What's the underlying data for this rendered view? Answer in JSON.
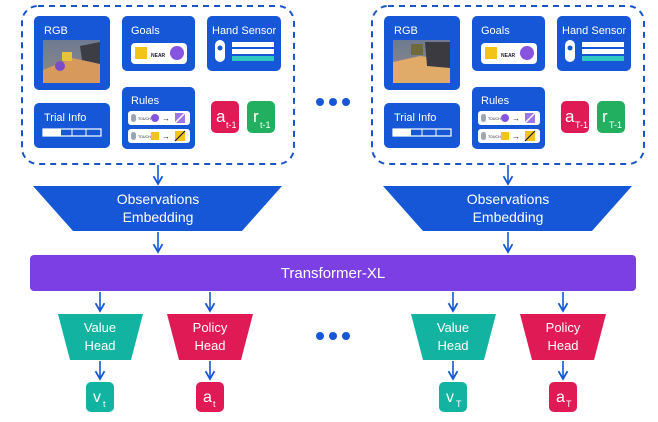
{
  "colors": {
    "blue": "#1557d6",
    "dashed_border": "#1a54c8",
    "purple": "#7b3fe4",
    "teal": "#12b3a0",
    "crimson": "#e01a55",
    "green": "#22b060",
    "dots": "#1557d6",
    "arrow": "#1557d6"
  },
  "left_panel": {
    "rgb": "RGB",
    "goals": "Goals",
    "near": "NEAR",
    "hand_sensor": "Hand Sensor",
    "trial_info": "Trial Info",
    "rules": "Rules",
    "touch1": "TOUCH",
    "touch2": "TOUCH",
    "a_sym": "a",
    "a_sub": "t-1",
    "r_sym": "r",
    "r_sub": "t-1"
  },
  "right_panel": {
    "rgb": "RGB",
    "goals": "Goals",
    "near": "NEAR",
    "hand_sensor": "Hand Sensor",
    "trial_info": "Trial Info",
    "rules": "Rules",
    "touch1": "TOUCH",
    "touch2": "TOUCH",
    "a_sym": "a",
    "a_sub": "T-1",
    "r_sym": "r",
    "r_sub": "T-1"
  },
  "embedding": {
    "line1": "Observations",
    "line2": "Embedding"
  },
  "transformer": "Transformer-XL",
  "value_head": {
    "line1": "Value",
    "line2": "Head"
  },
  "policy_head": {
    "line1": "Policy",
    "line2": "Head"
  },
  "outputs_left": {
    "v_sym": "v",
    "v_sub": "t",
    "a_sym": "a",
    "a_sub": "t"
  },
  "outputs_right": {
    "v_sym": "v",
    "v_sub": "T",
    "a_sym": "a",
    "a_sub": "T"
  }
}
